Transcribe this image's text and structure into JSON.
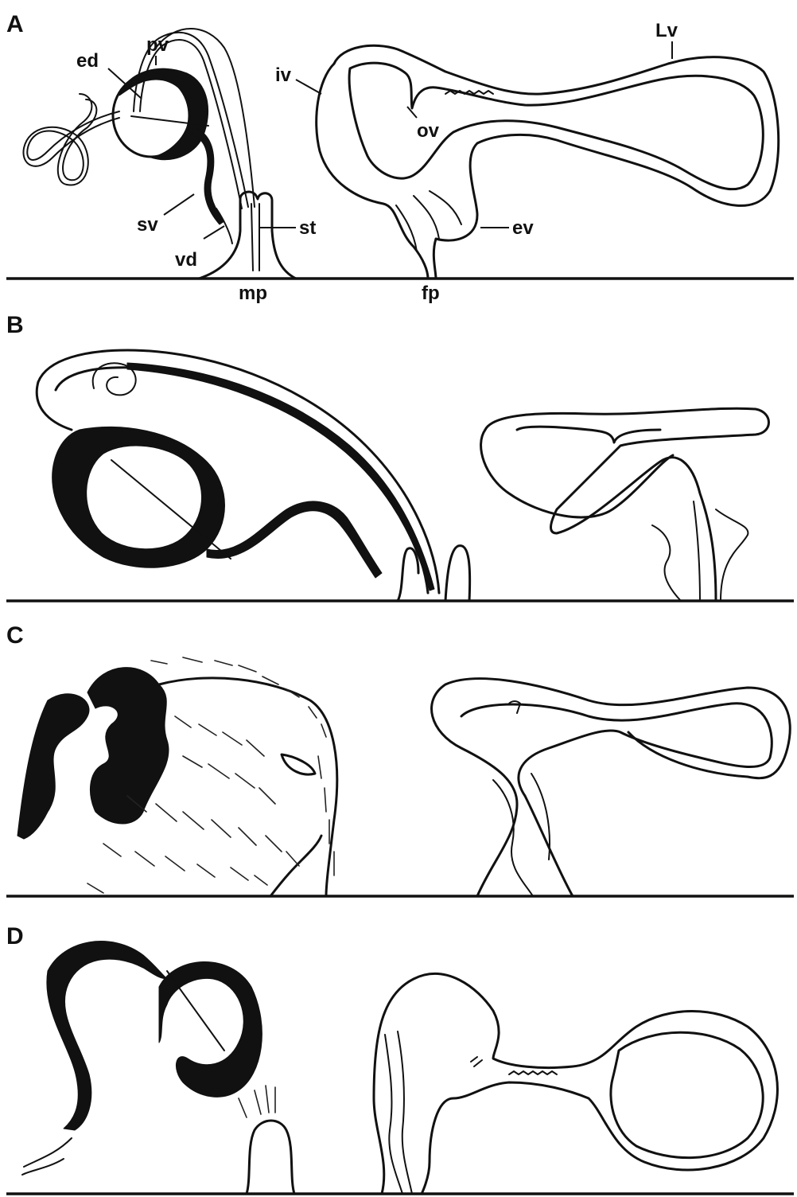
{
  "panels": [
    {
      "letter": "A"
    },
    {
      "letter": "B"
    },
    {
      "letter": "C"
    },
    {
      "letter": "D"
    }
  ],
  "labels": {
    "ed": "ed",
    "pv": "pv",
    "sv": "sv",
    "vd": "vd",
    "st": "st",
    "mp": "mp",
    "iv": "iv",
    "ov": "ov",
    "Lv": "Lv",
    "ev": "ev",
    "fp": "fp"
  }
}
